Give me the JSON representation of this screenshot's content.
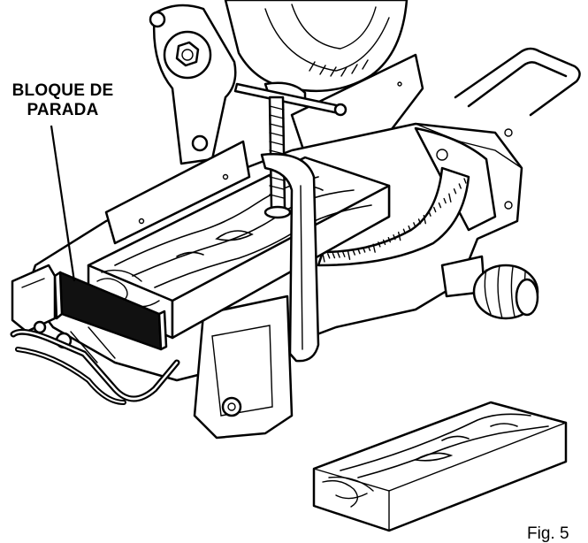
{
  "callout": {
    "line1": "BLOQUE DE",
    "line2": "PARADA"
  },
  "figure_label": "Fig. 5",
  "colors": {
    "ink": "#000000",
    "paper": "#ffffff",
    "stop_block": "#111111"
  }
}
